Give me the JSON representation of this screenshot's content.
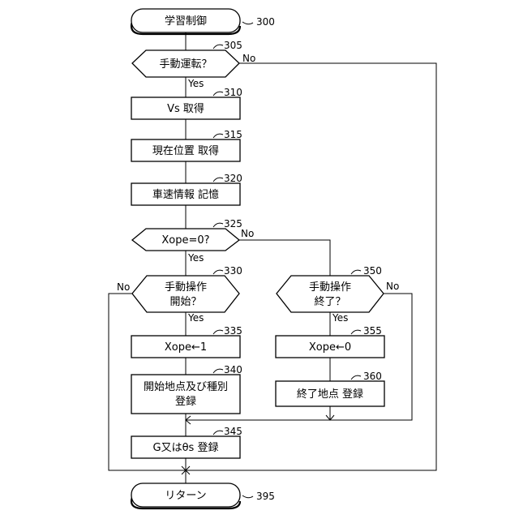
{
  "nodes": {
    "start": {
      "text": "学習制御",
      "ref": "300"
    },
    "manual_q": {
      "text": "手動運転？",
      "ref": "305",
      "no": "No",
      "yes": "Yes"
    },
    "vs": {
      "text": "Vs 取得",
      "ref": "310"
    },
    "pos": {
      "text": "現在位置  取得",
      "ref": "315"
    },
    "info": {
      "text": "車速情報  記憶",
      "ref": "320"
    },
    "xope_q": {
      "text": "Xope=0?",
      "ref": "325",
      "no": "No",
      "yes": "Yes"
    },
    "op_start_q": {
      "line1": "手動操作",
      "line2": "開始？",
      "ref": "330",
      "no": "No",
      "yes": "Yes"
    },
    "op_end_q": {
      "line1": "手動操作",
      "line2": "終了？",
      "ref": "350",
      "no": "No",
      "yes": "Yes"
    },
    "xope1": {
      "text": "Xope←1",
      "ref": "335"
    },
    "xope0": {
      "text": "Xope←0",
      "ref": "355"
    },
    "reg_start": {
      "line1": "開始地点及び種別",
      "line2": "登録",
      "ref": "340"
    },
    "reg_end": {
      "text": "終了地点 登録",
      "ref": "360"
    },
    "g_reg": {
      "text": "G又はθs  登録",
      "ref": "345"
    },
    "end": {
      "text": "リターン",
      "ref": "395"
    }
  }
}
